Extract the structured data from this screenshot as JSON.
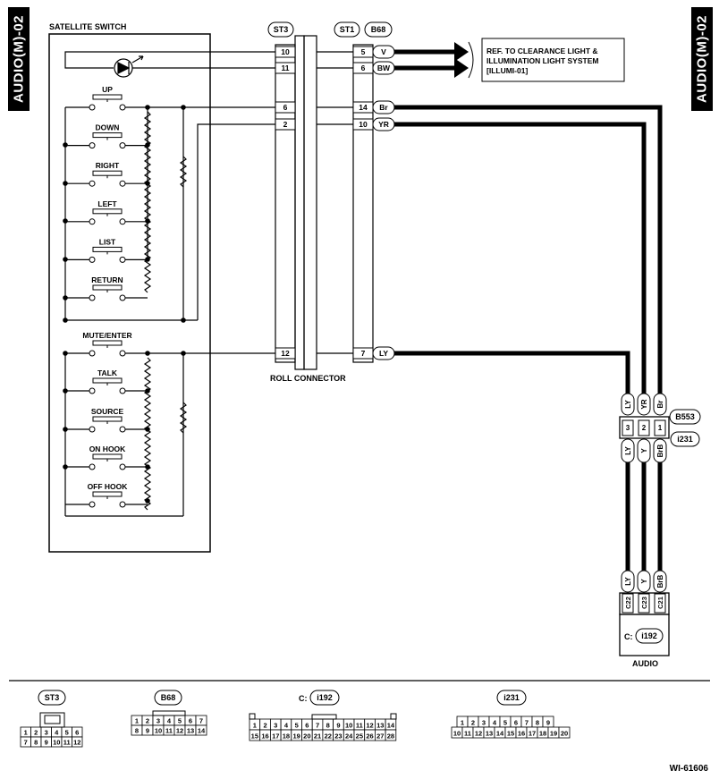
{
  "side_tab": "AUDIO(M)-02",
  "satellite_switch": {
    "title": "SATELLITE SWITCH",
    "buttons_top": [
      "UP",
      "DOWN",
      "RIGHT",
      "LEFT",
      "LIST",
      "RETURN"
    ],
    "buttons_bottom": [
      "MUTE/ENTER",
      "TALK",
      "SOURCE",
      "ON HOOK",
      "OFF HOOK"
    ]
  },
  "connectors": {
    "st3": "ST3",
    "st1": "ST1",
    "b68": "B68",
    "b553": "B553",
    "i231": "i231",
    "c_i192": "i192",
    "c_prefix": "C:"
  },
  "st3_pins": [
    "10",
    "11",
    "6",
    "2",
    "12"
  ],
  "st1_pins": [
    "5",
    "6",
    "14",
    "10",
    "7"
  ],
  "wire_colors": [
    "V",
    "BW",
    "Br",
    "YR",
    "LY"
  ],
  "roll_connector": "ROLL CONNECTOR",
  "ref_note": [
    "REF. TO CLEARANCE LIGHT &",
    "ILLUMINATION LIGHT SYSTEM",
    "[ILLUMI-01]"
  ],
  "b553_top_colors": [
    "LY",
    "YR",
    "Br"
  ],
  "b553_pins": [
    "3",
    "2",
    "1"
  ],
  "b553_bottom_colors": [
    "LY",
    "Y",
    "BrB"
  ],
  "audio_pins": [
    "C22",
    "C23",
    "C21"
  ],
  "audio_colors": [
    "LY",
    "Y",
    "BrB"
  ],
  "audio_label": "AUDIO",
  "legend": {
    "st3": "ST3",
    "b68": "B68",
    "i192_prefix": "C:",
    "i192": "i192",
    "i231": "i231",
    "st3_rows": [
      [
        "1",
        "2",
        "3",
        "4",
        "5",
        "6"
      ],
      [
        "7",
        "8",
        "9",
        "10",
        "11",
        "12"
      ]
    ],
    "b68_rows": [
      [
        "1",
        "2",
        "3",
        "4",
        "5",
        "6",
        "7"
      ],
      [
        "8",
        "9",
        "10",
        "11",
        "12",
        "13",
        "14"
      ]
    ],
    "i192_rows": [
      [
        "1",
        "2",
        "3",
        "4",
        "5",
        "6",
        "7",
        "8",
        "9",
        "10",
        "11",
        "12",
        "13",
        "14"
      ],
      [
        "15",
        "16",
        "17",
        "18",
        "19",
        "20",
        "21",
        "22",
        "23",
        "24",
        "25",
        "26",
        "27",
        "28"
      ]
    ],
    "i231_rows": [
      [
        "1",
        "2",
        "3",
        "4",
        "5",
        "6",
        "7",
        "8",
        "9"
      ],
      [
        "10",
        "11",
        "12",
        "13",
        "14",
        "15",
        "16",
        "17",
        "18",
        "19",
        "20"
      ]
    ]
  },
  "doc_id": "WI-61606"
}
